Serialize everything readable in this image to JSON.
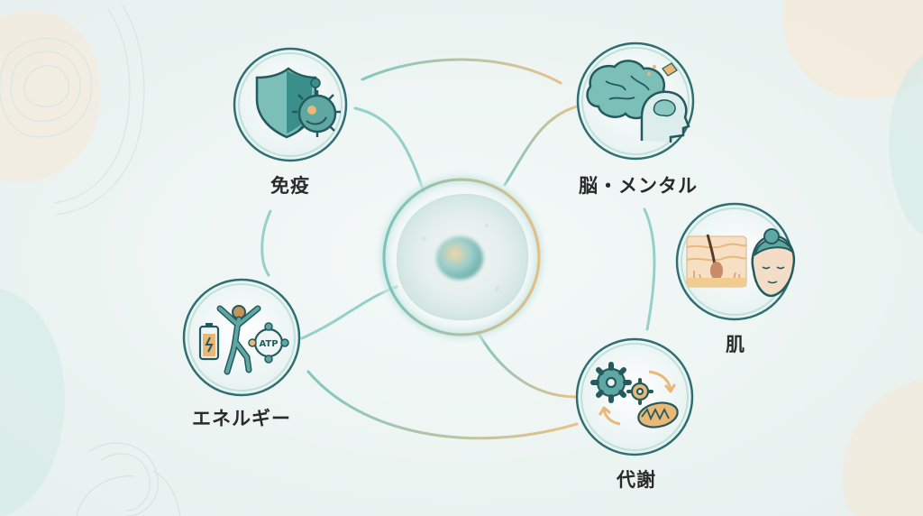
{
  "center": {
    "icon": "cell-icon"
  },
  "nodes": [
    {
      "id": "immunity",
      "label": "免疫",
      "icon": "immune-shield-icon"
    },
    {
      "id": "brain",
      "label": "脳・メンタル",
      "icon": "brain-head-icon"
    },
    {
      "id": "skin",
      "label": "肌",
      "icon": "skin-face-icon"
    },
    {
      "id": "energy",
      "label": "エネルギー",
      "icon": "energy-person-icon"
    },
    {
      "id": "metabolism",
      "label": "代謝",
      "icon": "gears-mitochondria-icon"
    }
  ],
  "energy_atp_text": "ATP",
  "colors": {
    "teal": "#5fb3ad",
    "orange": "#e8b773",
    "dark_teal": "#2f7d7a",
    "outline": "#245a5e"
  }
}
